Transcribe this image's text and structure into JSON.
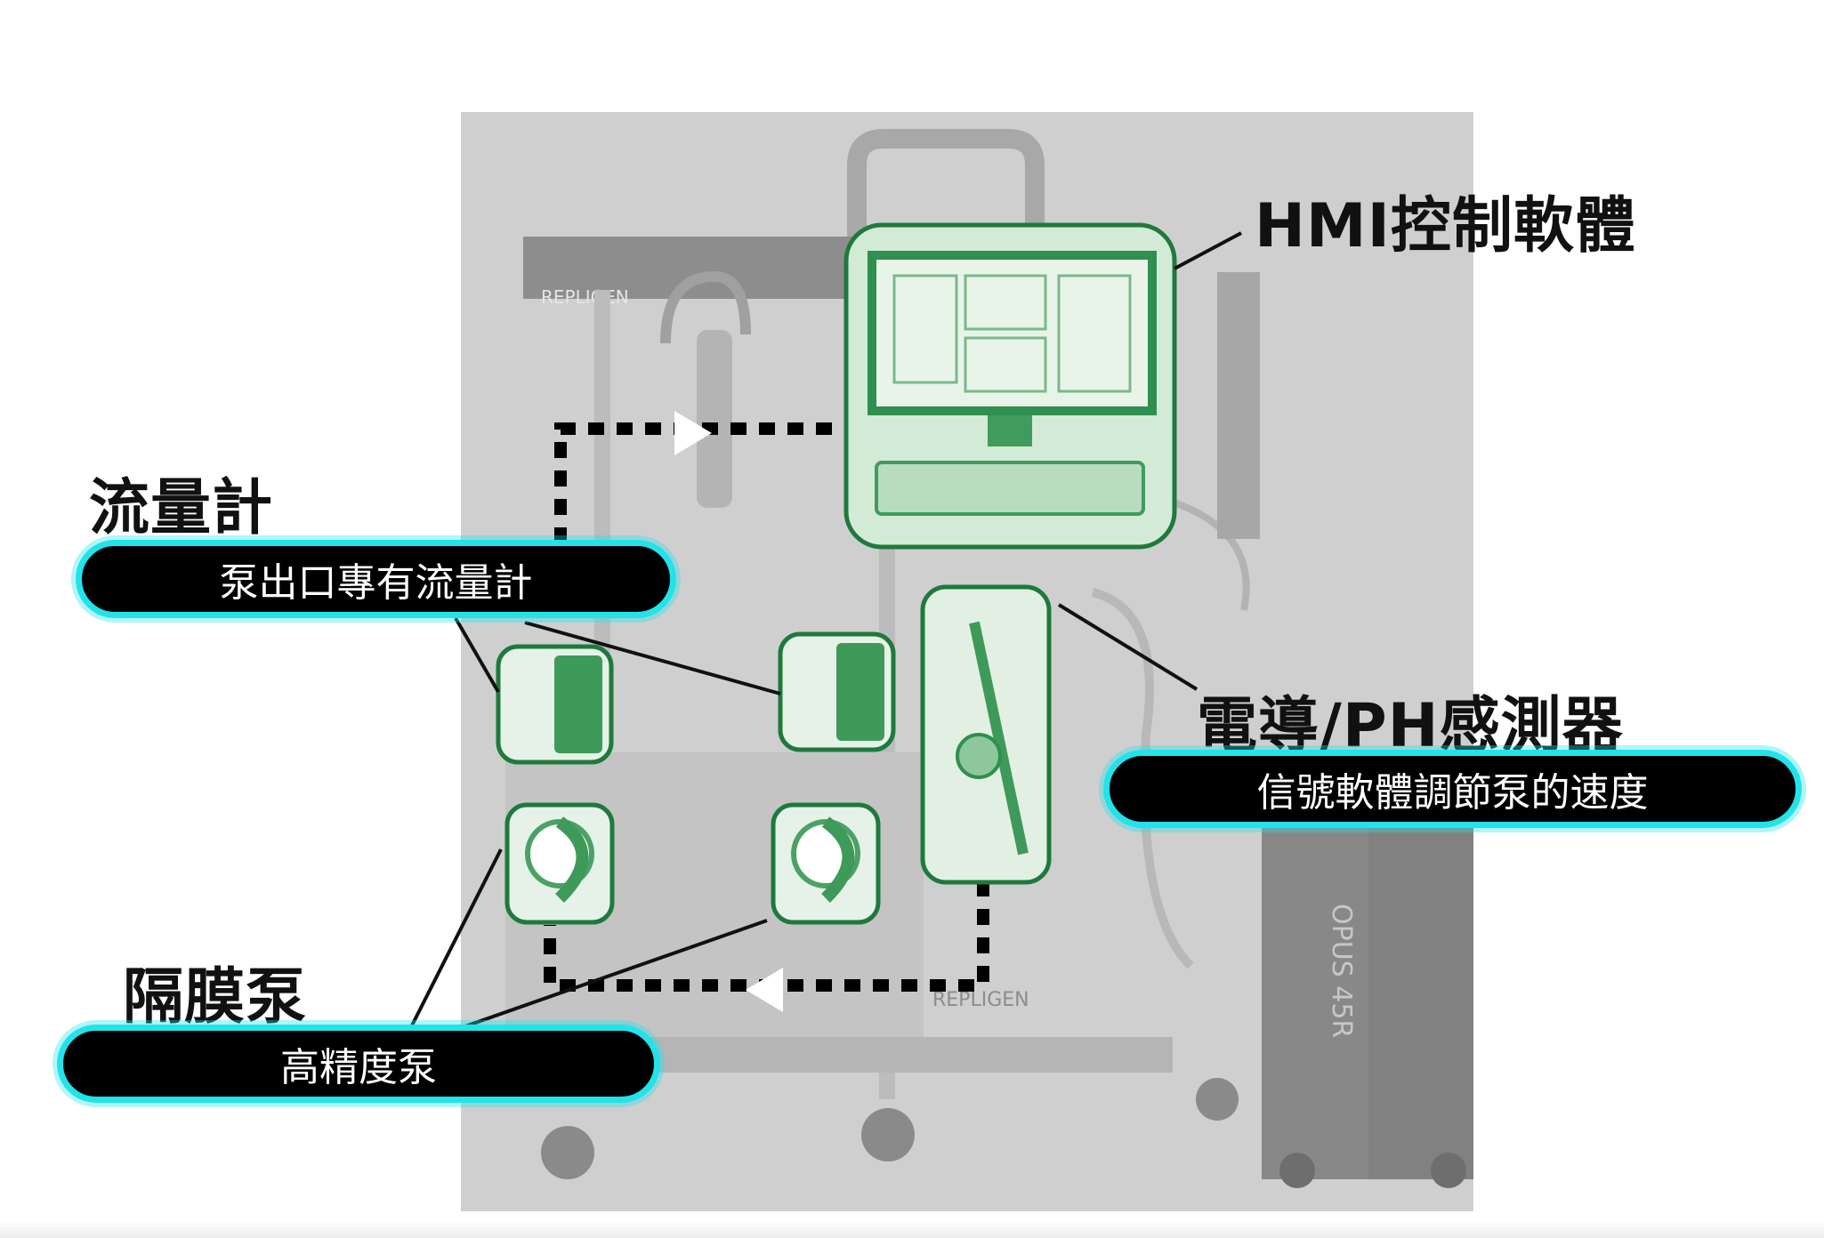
{
  "diagram": {
    "photo_brand": "REPLIGEN",
    "photo_tank_label": "OPUS 45R",
    "colors": {
      "highlight_border": "#1e7a3c",
      "highlight_fill": "#c8e6cc",
      "pill_border": "#22e3ea",
      "pill_fill": "#000000",
      "flow_line": "#000000"
    },
    "callouts": {
      "hmi": {
        "title": "HMI控制軟體"
      },
      "flowmeter": {
        "title": "流量計",
        "description": "泵出口專有流量計"
      },
      "sensor": {
        "title": "電導/PH感測器",
        "description": "信號軟體調節泵的速度"
      },
      "pump": {
        "title": "隔膜泵",
        "description": "高精度泵"
      }
    }
  }
}
